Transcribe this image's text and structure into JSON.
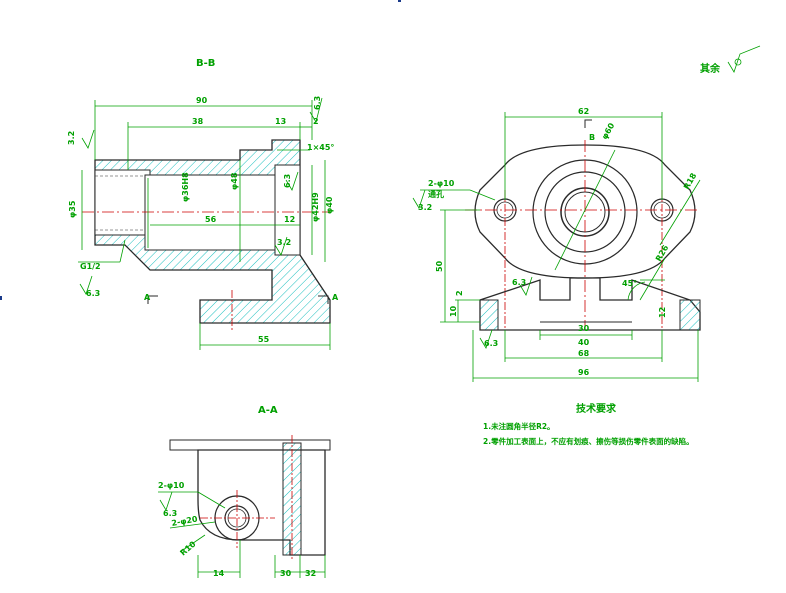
{
  "colors": {
    "outline": "#2a2a2a",
    "dimension": "#00a000",
    "hatch": "#00b8b8",
    "centerline": "#cc0000",
    "tick": "#1a3a8a"
  },
  "views": {
    "bb_label": "B-B",
    "aa_label": "A-A",
    "cut_a": "A",
    "cut_b": "B"
  },
  "roughness": {
    "qiyu": "其余",
    "r32": "3.2",
    "r63": "6.3",
    "r63b": "6.3",
    "r32b": "3.2",
    "r63c": "6.3",
    "r63d": "6.3",
    "r63e": "6.3",
    "r32c": "3.2",
    "r63f": "6.3",
    "r63g": "6.3"
  },
  "dims_bb": {
    "d90": "90",
    "d38": "38",
    "d13": "13",
    "d2": "2",
    "chamfer": "1×45°",
    "d35": "φ35",
    "d36": "φ36H8",
    "d48": "φ48",
    "d42": "φ42H9",
    "d40": "φ40",
    "d56": "56",
    "d12": "12",
    "d55": "55",
    "thread": "G1/2"
  },
  "dims_top": {
    "d62": "62",
    "d60": "φ60",
    "d18": "R18",
    "d26": "R26",
    "holes": "2-φ10",
    "holes2": "通孔",
    "d50": "50",
    "d10": "10",
    "d2": "2",
    "d45": "45°",
    "d12": "12",
    "d40": "40",
    "d68": "68",
    "d96": "96",
    "d30": "30"
  },
  "dims_aa": {
    "d10": "2-φ10",
    "d20": "2-φ20",
    "r10": "R10",
    "d14": "14",
    "d30": "30",
    "d32": "32"
  },
  "notes": {
    "title": "技术要求",
    "line1": "1.未注圆角半径R2。",
    "line2": "2.零件加工表面上，不应有划痕、擦伤等损伤零件表面的缺陷。"
  }
}
